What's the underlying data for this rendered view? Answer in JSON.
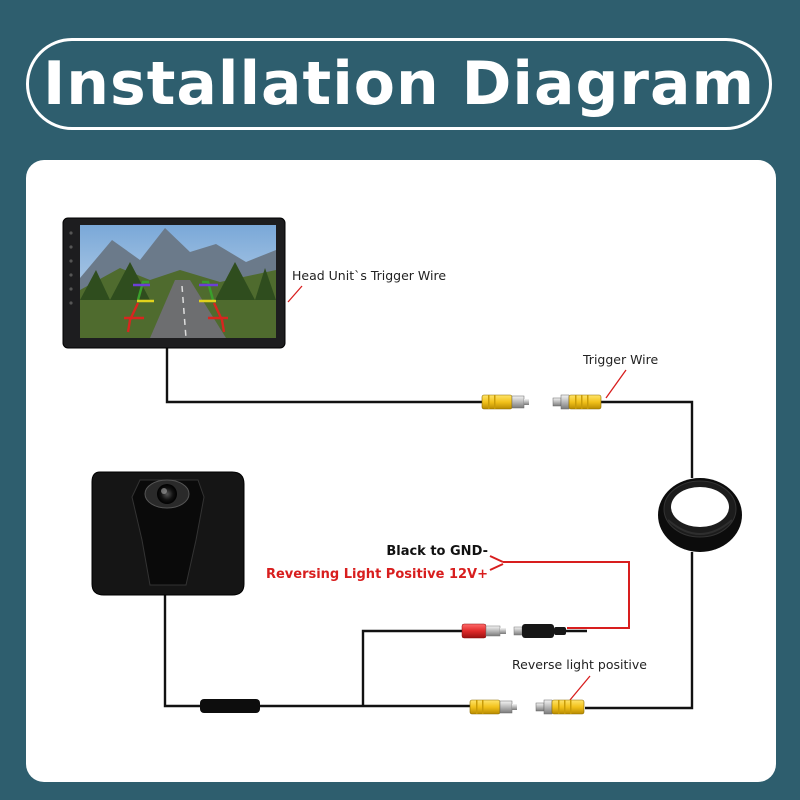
{
  "title": "Installation Diagram",
  "labels": {
    "head_unit_trigger": "Head Unit`s Trigger Wire",
    "trigger_wire": "Trigger Wire",
    "black_gnd": "Black to GND-",
    "reversing_positive": "Reversing Light Positive 12V+",
    "reverse_light_positive": "Reverse light positive"
  },
  "colors": {
    "background": "#2e5e6e",
    "panel": "#ffffff",
    "wire": "#111111",
    "red_wire": "#d81e1e",
    "rca_yellow": "#f2c21b"
  },
  "icons": [
    "head-unit-screen-icon",
    "reverse-camera-icon",
    "wire-coil-icon",
    "rca-connector-icon",
    "dc-power-plug-icon"
  ]
}
